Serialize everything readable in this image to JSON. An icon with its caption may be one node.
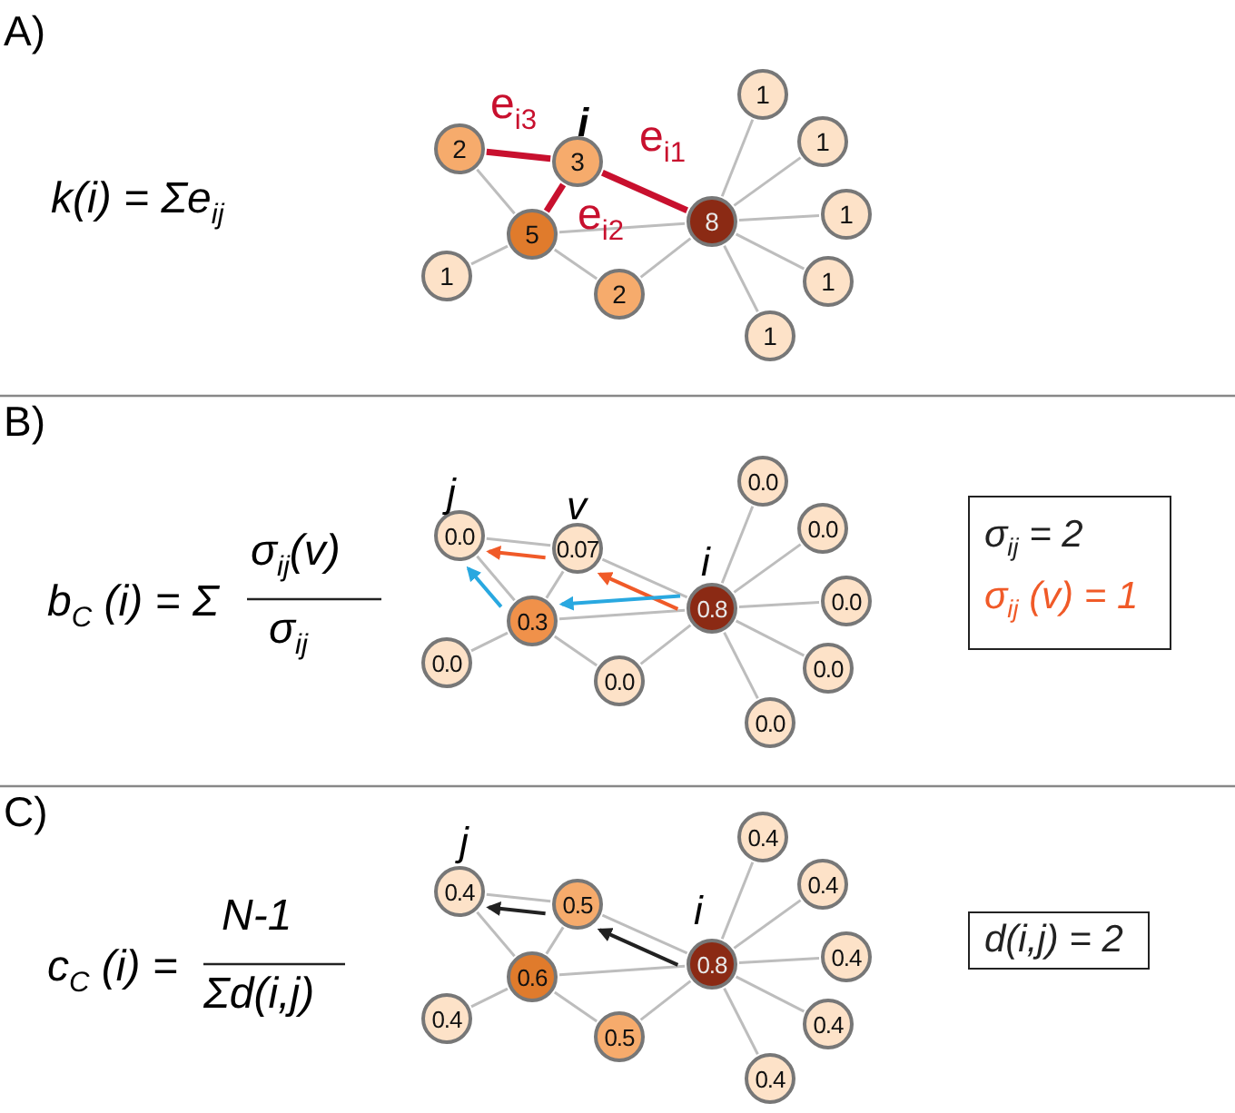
{
  "diagram": {
    "nodes": [
      {
        "text": [
          "2"
        ]
      },
      {
        "text": [
          "3"
        ],
        "beside": [
          "i"
        ]
      },
      {
        "text": [
          "5"
        ]
      },
      {
        "text": [
          "8"
        ]
      },
      {
        "text": [
          "1"
        ]
      },
      {
        "text": [
          "2"
        ]
      },
      {
        "text": [
          "1"
        ]
      },
      {
        "text": [
          "1"
        ]
      },
      {
        "text": [
          "1"
        ]
      },
      {
        "text": [
          "1"
        ]
      },
      {
        "text": [
          "1"
        ]
      },
      {
        "text": [
          "0.0"
        ],
        "beside": [
          "j"
        ]
      },
      {
        "text": [
          "0.07"
        ],
        "beside": [
          "v"
        ]
      },
      {
        "text": [
          "0.3"
        ]
      },
      {
        "text": [
          "0.8"
        ],
        "beside": [
          "i"
        ]
      },
      {
        "text": [
          "0.0"
        ]
      },
      {
        "text": [
          "0.0"
        ]
      },
      {
        "text": [
          "0.0"
        ]
      },
      {
        "text": [
          "0.0"
        ]
      },
      {
        "text": [
          "0.0"
        ]
      },
      {
        "text": [
          "0.0"
        ]
      },
      {
        "text": [
          "0.0"
        ]
      },
      {
        "text": [
          "σ$_{ij}$ = 2",
          "σ$_{ij}$ (v) = 1"
        ]
      },
      {
        "text": [
          "0.4"
        ],
        "beside": [
          "j"
        ]
      },
      {
        "text": [
          "0.5"
        ]
      },
      {
        "text": [
          "0.6"
        ]
      },
      {
        "text": [
          "0.8"
        ],
        "beside": [
          "i"
        ]
      },
      {
        "text": [
          "0.4"
        ]
      },
      {
        "text": [
          "0.5"
        ]
      },
      {
        "text": [
          "0.4"
        ]
      },
      {
        "text": [
          "0.4"
        ]
      },
      {
        "text": [
          "0.4"
        ]
      },
      {
        "text": [
          "0.4"
        ]
      },
      {
        "text": [
          "0.4"
        ]
      },
      {
        "text": [
          "d(i,j) = 2"
        ]
      }
    ],
    "edges": [
      {
        "from": 0,
        "to": 1,
        "arrow": "none",
        "label": "e$_{i3}$",
        "style": "thick",
        "color": "#c8102e"
      },
      {
        "from": 1,
        "to": 3,
        "arrow": "none",
        "label": "e$_{i1}$",
        "style": "thick",
        "color": "#c8102e"
      },
      {
        "from": 1,
        "to": 2,
        "arrow": "none",
        "label": "e$_{i2}$",
        "style": "thick",
        "color": "#c8102e"
      },
      {
        "from": 0,
        "to": 2,
        "arrow": "none"
      },
      {
        "from": 2,
        "to": 3,
        "arrow": "none"
      },
      {
        "from": 2,
        "to": 4,
        "arrow": "none"
      },
      {
        "from": 2,
        "to": 5,
        "arrow": "none"
      },
      {
        "from": 5,
        "to": 3,
        "arrow": "none"
      },
      {
        "from": 3,
        "to": 6,
        "arrow": "none"
      },
      {
        "from": 3,
        "to": 7,
        "arrow": "none"
      },
      {
        "from": 3,
        "to": 8,
        "arrow": "none"
      },
      {
        "from": 3,
        "to": 9,
        "arrow": "none"
      },
      {
        "from": 3,
        "to": 10,
        "arrow": "none"
      },
      {
        "from": 11,
        "to": 12,
        "arrow": "none"
      },
      {
        "from": 12,
        "to": 14,
        "arrow": "none"
      },
      {
        "from": 11,
        "to": 13,
        "arrow": "none"
      },
      {
        "from": 12,
        "to": 13,
        "arrow": "none"
      },
      {
        "from": 13,
        "to": 14,
        "arrow": "none"
      },
      {
        "from": 13,
        "to": 15,
        "arrow": "none"
      },
      {
        "from": 13,
        "to": 16,
        "arrow": "none"
      },
      {
        "from": 16,
        "to": 14,
        "arrow": "none"
      },
      {
        "from": 14,
        "to": 17,
        "arrow": "none"
      },
      {
        "from": 14,
        "to": 18,
        "arrow": "none"
      },
      {
        "from": 14,
        "to": 19,
        "arrow": "none"
      },
      {
        "from": 14,
        "to": 20,
        "arrow": "none"
      },
      {
        "from": 14,
        "to": 21,
        "arrow": "none"
      },
      {
        "from": 14,
        "to": 12,
        "arrow": "to",
        "color": "#f05a28"
      },
      {
        "from": 12,
        "to": 11,
        "arrow": "to",
        "color": "#f05a28"
      },
      {
        "from": 14,
        "to": 13,
        "arrow": "to",
        "color": "#29a8e0"
      },
      {
        "from": 13,
        "to": 11,
        "arrow": "to",
        "color": "#29a8e0"
      },
      {
        "from": 23,
        "to": 24,
        "arrow": "none"
      },
      {
        "from": 24,
        "to": 26,
        "arrow": "none"
      },
      {
        "from": 23,
        "to": 25,
        "arrow": "none"
      },
      {
        "from": 24,
        "to": 25,
        "arrow": "none"
      },
      {
        "from": 25,
        "to": 26,
        "arrow": "none"
      },
      {
        "from": 25,
        "to": 27,
        "arrow": "none"
      },
      {
        "from": 25,
        "to": 28,
        "arrow": "none"
      },
      {
        "from": 28,
        "to": 26,
        "arrow": "none"
      },
      {
        "from": 26,
        "to": 29,
        "arrow": "none"
      },
      {
        "from": 26,
        "to": 30,
        "arrow": "none"
      },
      {
        "from": 26,
        "to": 31,
        "arrow": "none"
      },
      {
        "from": 26,
        "to": 32,
        "arrow": "none"
      },
      {
        "from": 26,
        "to": 33,
        "arrow": "none"
      },
      {
        "from": 26,
        "to": 24,
        "arrow": "to",
        "color": "#222222"
      },
      {
        "from": 24,
        "to": 23,
        "arrow": "to",
        "color": "#222222"
      }
    ],
    "labels": [
      "A)",
      "k(i) = Σe$_{ij}$",
      "B)",
      "b$_{C}$ (i) = Σ",
      "σ$_{ij}$(v)",
      "σ$_{ij}$",
      "C)",
      "c$_{C}$ (i) =",
      "N-1",
      "Σd(i,j)"
    ]
  }
}
